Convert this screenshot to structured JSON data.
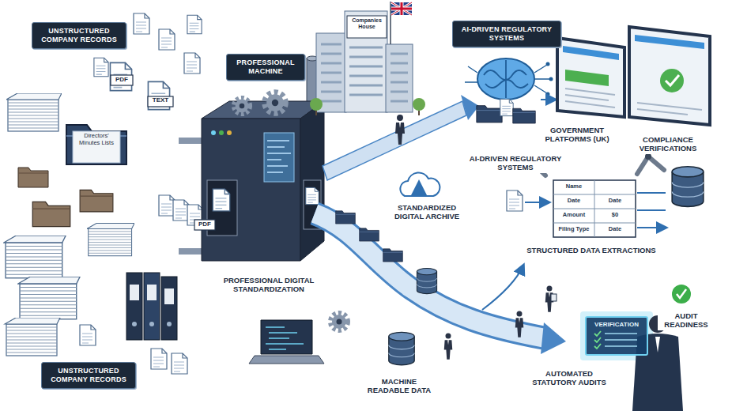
{
  "diagram": {
    "nodes": [
      {
        "text": [
          "UNSTRUCTURED COMPANY RECORDS"
        ]
      },
      {
        "text": [
          "PROFESSIONAL MACHINE"
        ]
      },
      {
        "text": [
          "AI-DRIVEN REGULATORY SYSTEMS"
        ]
      },
      {
        "text": [
          "VERIFICATION"
        ]
      },
      {
        "text": [
          "UNSTRUCTURED COMPANY RECORDS"
        ]
      }
    ],
    "labels": [
      "PDF",
      "TEXT",
      "Directors' Minutes Lists",
      "Companies House",
      "PDF",
      "AI-DRIVEN REGULATORY SYSTEMS",
      "GOVERNMENT PLATFORMS (UK)",
      "COMPLIANCE VERIFICATIONS",
      "STANDARDIZED DIGITAL ARCHIVE",
      "Name",
      "Date",
      "Date",
      "Amount",
      "$0",
      "Filing Type",
      "Date",
      "STRUCTURED DATA EXTRACTIONS",
      "PROFESSIONAL DIGITAL STANDARDIZATION",
      "MACHINE READABLE DATA",
      "AUTOMATED STATUTORY AUDITS",
      "AUDIT READINESS"
    ]
  }
}
